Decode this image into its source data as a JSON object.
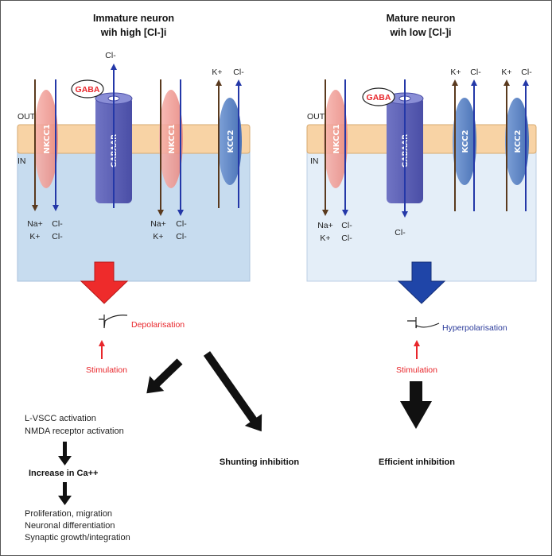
{
  "left": {
    "title_line1": "Immature neuron",
    "title_line2": "wih high [Cl-]i",
    "label_out": "OUT",
    "label_in": "IN",
    "gaba": "GABA",
    "gabaar": "GABAAR",
    "nkcc1": "NKCC1",
    "kcc2": "KCC2",
    "cl_top": "Cl-",
    "kcc2_k": "K+",
    "kcc2_cl": "Cl-",
    "ion_na": "Na+",
    "ion_cl": "Cl-",
    "ion_k": "K+",
    "effect": "Depolarisation",
    "stimulation": "Stimulation",
    "outcomes": [
      "L-VSCC activation",
      "NMDA receptor activation"
    ],
    "increase": "Increase in Ca++",
    "final": [
      "Proliferation, migration",
      "Neuronal differentiation",
      "Synaptic growth/integration"
    ],
    "shunting": "Shunting inhibition"
  },
  "right": {
    "title_line1": "Mature neuron",
    "title_line2": "wih low [Cl-]i",
    "label_out": "OUT",
    "label_in": "IN",
    "gaba": "GABA",
    "gabaar": "GABAAR",
    "nkcc1": "NKCC1",
    "kcc2": "KCC2",
    "cl_bottom": "Cl-",
    "kcc2_k": "K+",
    "kcc2_cl": "Cl-",
    "ion_na": "Na+",
    "ion_cl": "Cl-",
    "ion_k": "K+",
    "effect": "Hyperpolarisation",
    "stimulation": "Stimulation",
    "efficient": "Efficient inhibition"
  },
  "colors": {
    "membrane": "#f8d3a5",
    "cytoplasm_left": "#c7dcef",
    "cytoplasm_right": "#e4eef8",
    "nkcc1": "#f29a94",
    "kcc2": "#5b86c8",
    "gabaar": "#5a5fb8",
    "depol_arrow": "#ee2b2b",
    "hyper_arrow": "#1f45a8",
    "red_text": "#e8262b",
    "blue_text": "#2a3a9a",
    "brown_arrow": "#5a3a1e",
    "blue_arrow": "#2438a8"
  }
}
